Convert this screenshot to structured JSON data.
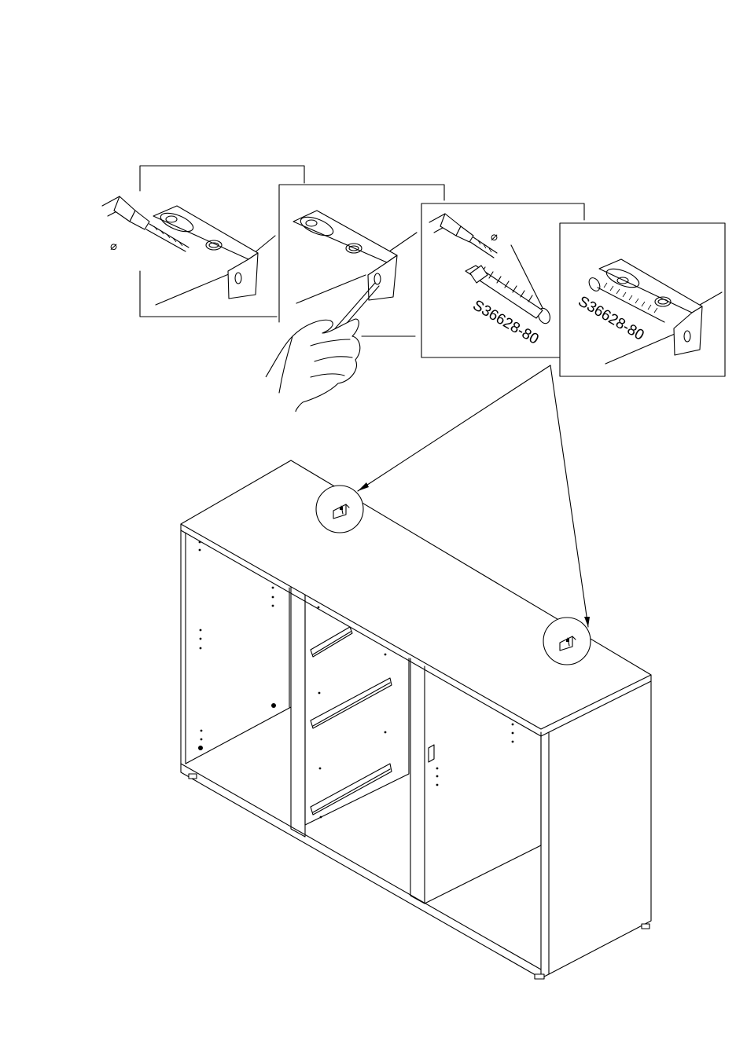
{
  "panels": [
    {
      "id": "drill",
      "diameter_symbol": "⌀"
    },
    {
      "id": "clean"
    },
    {
      "id": "dowel",
      "diameter_symbol": "⌀",
      "part_code": "S36628-80"
    },
    {
      "id": "screw",
      "part_code": "S36628-80"
    }
  ],
  "cabinet": {
    "sections": 3,
    "drawer_runners_visible": 3,
    "wall_brackets_highlighted": 2
  },
  "colors": {
    "ink": "#000000",
    "paper": "#ffffff"
  },
  "icons": [
    "drill-icon",
    "hand-icon",
    "dowel-icon",
    "screw-icon",
    "bracket-icon",
    "cabinet-icon"
  ]
}
